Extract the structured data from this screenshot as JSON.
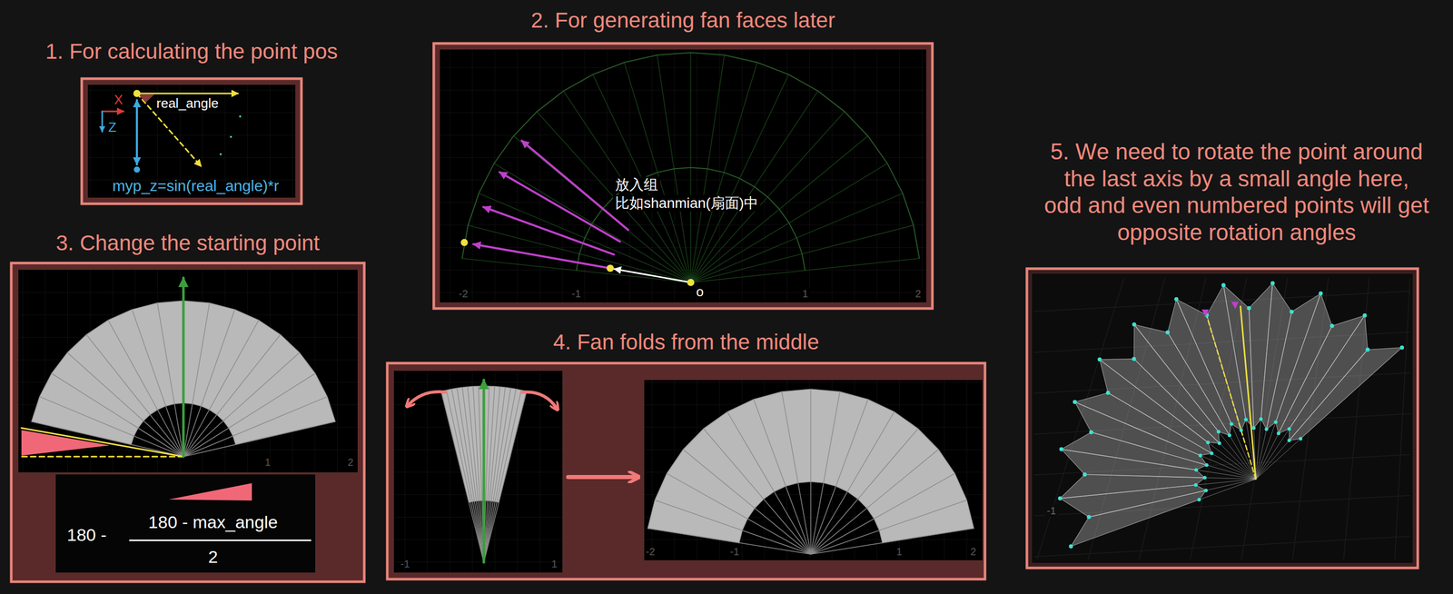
{
  "diagram": {
    "nodes": [
      {
        "text": [
          "1. For calculating the point pos"
        ]
      },
      {
        "text": [
          "2. For generating fan faces later"
        ]
      },
      {
        "text": [
          "3. Change the starting point"
        ]
      },
      {
        "text": [
          "4. Fan folds from the middle"
        ]
      },
      {
        "text": [
          "5. We need to rotate the point around the last axis by a small angle here, odd and even numbered points will get opposite rotation angles"
        ]
      },
      {
        "text": [
          "180 -",
          "180 - max_angle",
          "2"
        ],
        "in": 2
      }
    ],
    "labels": [
      "real_angle",
      "X",
      "Z",
      "myp_z=sin(real_angle)*r",
      "放入组",
      "比如shanmian(扇面)中",
      "o",
      "-2",
      "-1",
      "1",
      "2",
      "1",
      "2",
      "-1",
      "1",
      "-2",
      "-1",
      "1",
      "2",
      "-1"
    ]
  }
}
